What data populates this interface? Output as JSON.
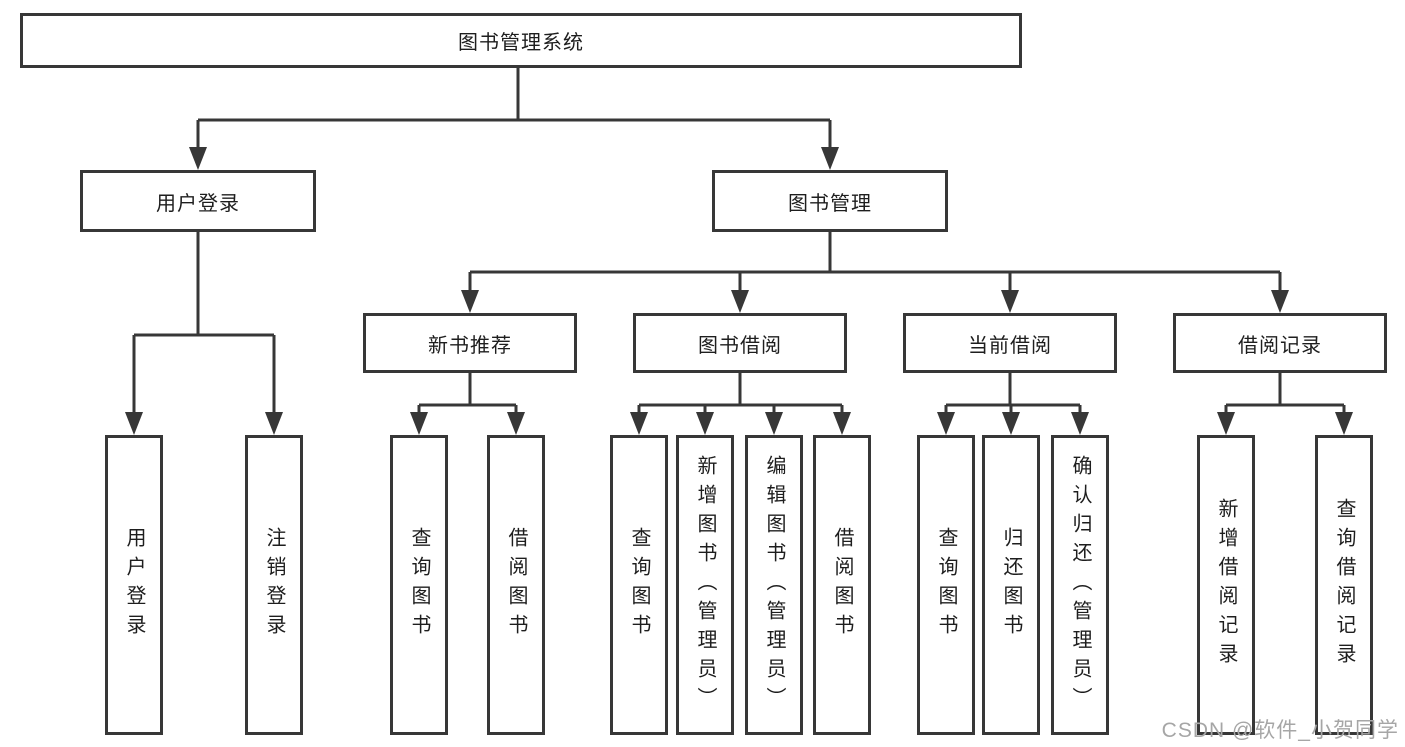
{
  "diagram_type": "hierarchy-chart",
  "colors": {
    "background": "#ffffff",
    "line_and_border": "#373737",
    "text": "#1e1e1e",
    "watermark": "#a6a6a6"
  },
  "tree": {
    "label": "图书管理系统",
    "children": [
      {
        "label": "用户登录",
        "children": [
          {
            "label": "用户登录"
          },
          {
            "label": "注销登录"
          }
        ]
      },
      {
        "label": "图书管理",
        "children": [
          {
            "label": "新书推荐",
            "children": [
              {
                "label": "查询图书"
              },
              {
                "label": "借阅图书"
              }
            ]
          },
          {
            "label": "图书借阅",
            "children": [
              {
                "label": "查询图书"
              },
              {
                "label": "新增图书（管理员）"
              },
              {
                "label": "编辑图书（管理员）"
              },
              {
                "label": "借阅图书"
              }
            ]
          },
          {
            "label": "当前借阅",
            "children": [
              {
                "label": "查询图书"
              },
              {
                "label": "归还图书"
              },
              {
                "label": "确认归还（管理员）"
              }
            ]
          },
          {
            "label": "借阅记录",
            "children": [
              {
                "label": "新增借阅记录"
              },
              {
                "label": "查询借阅记录"
              }
            ]
          }
        ]
      }
    ]
  },
  "watermark": {
    "text": "CSDN @软件_小贺同学"
  }
}
